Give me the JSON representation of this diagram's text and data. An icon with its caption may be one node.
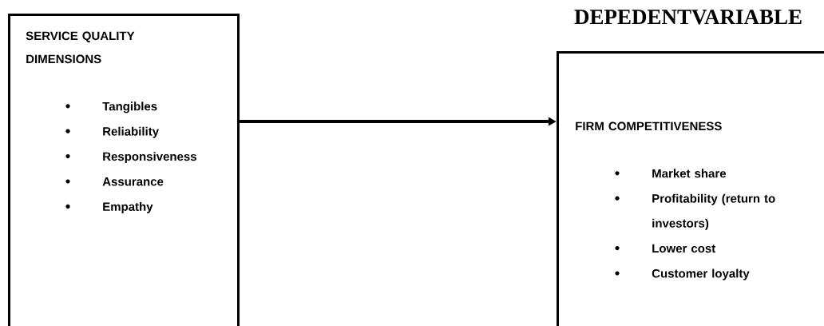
{
  "diagram": {
    "title": "DEPEDENTVARIABLE",
    "nodes": [
      {
        "text": [
          "SERVICE QUALITY DIMENSIONS",
          "Tangibles",
          "Reliability",
          "Responsiveness",
          "Assurance",
          "Empathy"
        ]
      },
      {
        "text": [
          "FIRM COMPETITIVENESS",
          "Market share",
          "Profitability (return to investors)",
          "Lower cost",
          "Customer loyalty"
        ]
      }
    ],
    "edges": [
      {
        "from": 0,
        "to": 1,
        "arrow": "to"
      }
    ]
  }
}
